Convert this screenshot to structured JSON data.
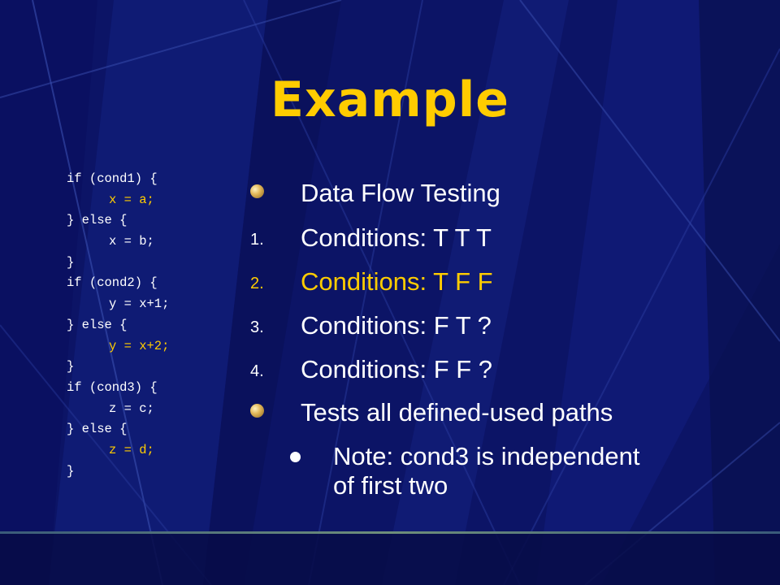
{
  "slide": {
    "title": "Example",
    "colors": {
      "background": "#0c1466",
      "highlight": "#ffcc00",
      "text": "#ffffff"
    },
    "code_lines": [
      {
        "text": "if (cond1) {",
        "indent": 0,
        "highlight": false
      },
      {
        "text": "x = a;",
        "indent": 1,
        "highlight": true
      },
      {
        "text": "} else {",
        "indent": 0,
        "highlight": false
      },
      {
        "text": "x = b;",
        "indent": 1,
        "highlight": false
      },
      {
        "text": "}",
        "indent": 0,
        "highlight": false
      },
      {
        "text": "if (cond2) {",
        "indent": 0,
        "highlight": false
      },
      {
        "text": "y = x+1;",
        "indent": 1,
        "highlight": false
      },
      {
        "text": "} else {",
        "indent": 0,
        "highlight": false
      },
      {
        "text": "y = x+2;",
        "indent": 1,
        "highlight": true
      },
      {
        "text": "}",
        "indent": 0,
        "highlight": false
      },
      {
        "text": "if (cond3) {",
        "indent": 0,
        "highlight": false
      },
      {
        "text": "z = c;",
        "indent": 1,
        "highlight": false
      },
      {
        "text": "} else {",
        "indent": 0,
        "highlight": false
      },
      {
        "text": "z = d;",
        "indent": 1,
        "highlight": true
      },
      {
        "text": "}",
        "indent": 0,
        "highlight": false
      }
    ],
    "bullet_heading": "Data Flow Testing",
    "numbered_items": [
      {
        "number": "1.",
        "text": "Conditions: T T T",
        "highlight": false
      },
      {
        "number": "2.",
        "text": "Conditions: T F F",
        "highlight": true
      },
      {
        "number": "3.",
        "text": "Conditions: F T ?",
        "highlight": false
      },
      {
        "number": "4.",
        "text": "Conditions: F F ?",
        "highlight": false
      }
    ],
    "bullet_tests": "Tests all defined-used paths",
    "note_lines": [
      "Note: cond3 is independent",
      "of first two"
    ]
  }
}
